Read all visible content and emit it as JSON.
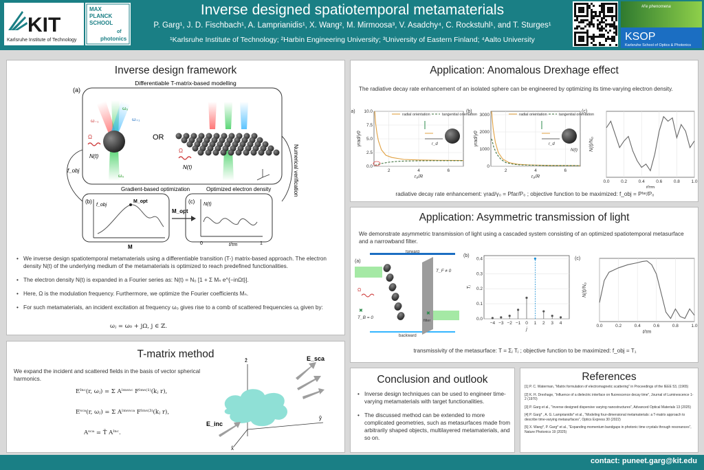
{
  "header": {
    "title": "Inverse designed spatiotemporal metamaterials",
    "authors": "P. Garg¹, J. D. Fischbach¹, A. Lamprianidis¹, X. Wang², M. Mirmoosa³, V. Asadchy⁴, C. Rockstuhl¹, and T. Sturges¹",
    "affiliations": "¹Karlsruhe Institute of Technology; ²Harbin Engineering University; ³University of Eastern Finland; ⁴Aalto University",
    "kit": {
      "name": "KIT",
      "sub": "Karlsruhe Institute of Technology"
    },
    "mps": {
      "l1": "MAX",
      "l2": "PLANCK",
      "l3": "SCHOOL",
      "l4": "of",
      "l5": "photonics"
    },
    "ksop": {
      "top": "#l’e phenomena",
      "name": "KSOP",
      "sub": "Karlsruhe School of Optics & Photonics"
    },
    "colors": {
      "header": "#1a7f85",
      "accent_blue": "#1b6ec2"
    }
  },
  "framework": {
    "title": "Inverse design framework",
    "fig_a_label": "(a)",
    "fig_a_title": "Differentiable T-matrix-based modelling",
    "or": "OR",
    "omega_m1": "ω₋₁",
    "omega_0": "ω₀",
    "omega_p1": "ω₊₁",
    "Omega": "Ω",
    "Nt": "N(t)",
    "numerical_verification": "Numerical verification",
    "fobj": "f_obj",
    "fig_b_label": "(b)",
    "fig_b_title": "Gradient-based optimization",
    "fig_b_y": "f_obj",
    "fig_b_opt": "M_opt",
    "fig_b_x": "M",
    "mopt_arrow": "M_opt",
    "fig_c_label": "(c)",
    "fig_c_title": "Optimized electron density",
    "fig_c_y": "N(t)",
    "fig_c_x": "t/τm",
    "fig_c_x0": "0",
    "fig_c_x1": "1",
    "bullets": [
      "We inverse design spatiotemporal metamaterials using a differentiable transition (T-) matrix-based approach. The electron density N(t) of the underlying medium of the metamaterials is optimized to reach predefined functionalities.",
      "The electron density N(t) is expanded in a Fourier series as: N(t) = N₀ [1 + Σ Mₙ e^{−inΩt}].",
      "Here, Ω is the modulation frequency. Furthermore, we optimize the Fourier coefficients Mₙ.",
      "For such metamaterials, an incident excitation at frequency ω₀ gives rise to a comb of scattered frequencies ωⱼ given by:"
    ],
    "comb_eq": "ωⱼ = ω₀ + jΩ,        j ∈ ℤ."
  },
  "tmatrix": {
    "title": "T-matrix method",
    "text": "We expand the incident and scattered fields in the basis of vector spherical harmonics.",
    "eq1": "Eᴵⁿᶜ(r, ωⱼ) = Σ Aˡᵐˢⁿᶜ Fˡᵐˢ⁽¹⁾(kⱼ r),",
    "eq2": "Eˢᶜᵃ(r, ωⱼ) = Σ Aˡᵐˢˢᶜᵃ Fˡᵐˢ⁽³⁾(kⱼ r),",
    "eq3": "Aˢᶜᵃ = T̃ Aᴵⁿᶜ.",
    "e_sca": "E_sca",
    "e_inc": "E_inc",
    "z": "ẑ",
    "y": "ŷ",
    "x": "x̂"
  },
  "drexhage": {
    "title": "Application: Anomalous Drexhage effect",
    "text": "The radiative decay rate enhancement of an isolated sphere can be engineered by optimizing its time-varying electron density.",
    "legend_radial": "radial orientation",
    "legend_tangential": "tangential orientation",
    "a_label": "(a)",
    "b_label": "(b)",
    "c_label": "(c)",
    "a_ylabel": "γrad/γ0",
    "b_ylabel": "γrad/γ0",
    "c_ylabel": "N(t)/N₀",
    "a_xlabel": "r₀/R",
    "b_xlabel": "r₀/R",
    "c_xlabel": "t/τm",
    "rd": "r_d",
    "Nt": "N(t)",
    "a_yticks": [
      "0.0",
      "2.5",
      "5.0",
      "7.5",
      "10.0"
    ],
    "b_yticks": [
      "0",
      "1000",
      "2000",
      "3000"
    ],
    "ab_xticks": [
      "2",
      "4",
      "6"
    ],
    "c_yticks": [],
    "c_xticks": [
      "0.0",
      "0.2",
      "0.4",
      "0.6",
      "0.8",
      "1.0"
    ],
    "caption": "radiative decay rate enhancement: γrad/γ₀ = Pfar/P₀ ; objective function to be maximized: f_obj = Pᶠᵃʳ/P₀"
  },
  "asym": {
    "title": "Application: Asymmetric transmission of light",
    "text": "We demonstrate asymmetric transmission of light using a cascaded system consisting of an optimized spatiotemporal metasurface and a narrowband filter.",
    "a_label": "(a)",
    "b_label": "(b)",
    "c_label": "(c)",
    "forward": "forward",
    "backward": "backward",
    "tf": "T_F ≠ 0",
    "tb": "T_B = 0",
    "filter": "filter",
    "Omega": "Ω",
    "b_ylabel": "Tⱼ",
    "b_xlabel": "j",
    "b_yticks": [
      "0.0",
      "0.1",
      "0.2",
      "0.3",
      "0.4"
    ],
    "b_xticks": [
      "−4",
      "−3",
      "−2",
      "−1",
      "0",
      "1",
      "2",
      "3",
      "4"
    ],
    "c_ylabel": "N(t)/N₀",
    "c_xlabel": "t/τm",
    "c_xticks": [
      "0.0",
      "0.2",
      "0.4",
      "0.6",
      "0.8",
      "1.0"
    ],
    "caption": "transmissivity of the metasurface: T = Σⱼ Tⱼ ; objective function to be maximized: f_obj = T₁"
  },
  "conclusion": {
    "title": "Conclusion and outlook",
    "bullets": [
      "Inverse design techniques can be used to engineer time-varying metamaterials with target functionalities.",
      "The discussed method can be extended to more complicated geometries, such as metasurfaces made from arbitrarily shaped objects, multilayered metamaterials, and so on."
    ]
  },
  "references": {
    "title": "References",
    "items": [
      "[1] P. C. Waterman, “Matrix formulation of electromagnetic scattering” in Proceedings of the IEEE 53, (1965)",
      "[2] K. H. Drexhage, “Influence of a dielectric interface on fluorescence decay time”, Journal of Luminescence 1-2 (1970)",
      "[3] P. Garg et al., “Inverse designed dispersive varying nanostructures”, Advanced Optical Materials 13 (2025)",
      "[4] P. Garg* , A. G. Lamprianidis* et al., “Modeling four-dimensional metamaterials: a T-matrix approach to describe time-varying metasurfaces”, Optics Express 30 (2022)",
      "[5] X. Wang*, P. Garg* et al., “Expanding momentum bandgaps in photonic time crystals through resonances”, Nature Photonics 19 (2025)"
    ]
  },
  "footer": {
    "contact": "contact: puneet.garg@kit.edu"
  },
  "chart_data": [
    {
      "type": "line",
      "title": "",
      "xlabel": "r0/R",
      "ylabel": "γrad/γ0",
      "xlim": [
        1,
        7
      ],
      "ylim": [
        0,
        10
      ],
      "series": [
        {
          "name": "radial orientation",
          "color": "#e0a040",
          "x": [
            1.05,
            1.1,
            1.2,
            1.3,
            1.5,
            1.8,
            2.2,
            3,
            4,
            5,
            6,
            7
          ],
          "y": [
            10,
            8,
            6,
            4.6,
            3,
            2,
            1.6,
            1.25,
            1.15,
            1.1,
            1.08,
            1.05
          ]
        },
        {
          "name": "tangential orientation",
          "color": "#3a6e3a",
          "x": [
            1.05,
            1.2,
            1.5,
            2,
            2.5,
            3,
            4,
            5,
            6,
            7
          ],
          "y": [
            0.15,
            0.3,
            0.5,
            0.75,
            0.88,
            0.95,
            1.0,
            1.02,
            1.02,
            1.02
          ]
        }
      ]
    },
    {
      "type": "line",
      "title": "",
      "xlabel": "r0/R",
      "ylabel": "γrad/γ0",
      "xlim": [
        1,
        7
      ],
      "ylim": [
        0,
        3200
      ],
      "series": [
        {
          "name": "radial orientation",
          "color": "#e0a040",
          "x": [
            1.05,
            1.15,
            1.3,
            1.5,
            1.8,
            2.2,
            2.8,
            3.5,
            5,
            7
          ],
          "y": [
            3200,
            2200,
            1400,
            800,
            420,
            220,
            120,
            80,
            50,
            40
          ]
        },
        {
          "name": "tangential orientation",
          "color": "#3a6e3a",
          "x": [
            1.05,
            1.2,
            1.4,
            1.7,
            2,
            2.5,
            3,
            4,
            5,
            7
          ],
          "y": [
            1600,
            1100,
            700,
            380,
            220,
            120,
            80,
            55,
            45,
            38
          ]
        }
      ]
    },
    {
      "type": "line",
      "title": "",
      "xlabel": "t/τm",
      "ylabel": "N(t)/N0",
      "xlim": [
        0,
        1
      ],
      "series": [
        {
          "name": "",
          "color": "#666666",
          "x": [
            0,
            0.05,
            0.1,
            0.15,
            0.2,
            0.25,
            0.3,
            0.35,
            0.4,
            0.45,
            0.5,
            0.55,
            0.6,
            0.65,
            0.7,
            0.75,
            0.8,
            0.85,
            0.9,
            0.95,
            1.0
          ],
          "y": [
            0.75,
            0.85,
            0.65,
            0.45,
            0.55,
            0.62,
            0.4,
            0.25,
            0.15,
            0.2,
            0.1,
            0.35,
            0.7,
            0.92,
            0.85,
            0.9,
            0.6,
            0.8,
            0.7,
            0.45,
            0.55
          ]
        }
      ]
    },
    {
      "type": "bar",
      "title": "",
      "xlabel": "j",
      "ylabel": "Tⱼ",
      "ylim": [
        0,
        0.42
      ],
      "categories": [
        "-4",
        "-3",
        "-2",
        "-1",
        "0",
        "1",
        "2",
        "3",
        "4"
      ],
      "values": [
        0.005,
        0.01,
        0.02,
        0.06,
        0.14,
        0.4,
        0.05,
        0.02,
        0.01
      ],
      "highlight": "1"
    },
    {
      "type": "line",
      "title": "",
      "xlabel": "t/τm",
      "ylabel": "N(t)/N0",
      "xlim": [
        0,
        1
      ],
      "series": [
        {
          "name": "",
          "color": "#666666",
          "x": [
            0,
            0.05,
            0.1,
            0.2,
            0.3,
            0.4,
            0.45,
            0.5,
            0.55,
            0.6,
            0.65,
            0.7,
            0.75,
            0.8,
            0.85,
            0.9,
            0.95,
            1.0
          ],
          "y": [
            0.3,
            0.65,
            0.78,
            0.85,
            0.9,
            0.93,
            0.95,
            0.96,
            0.9,
            0.75,
            0.45,
            0.15,
            0.05,
            0.2,
            0.08,
            0.05,
            0.2,
            0.1
          ]
        }
      ]
    }
  ]
}
